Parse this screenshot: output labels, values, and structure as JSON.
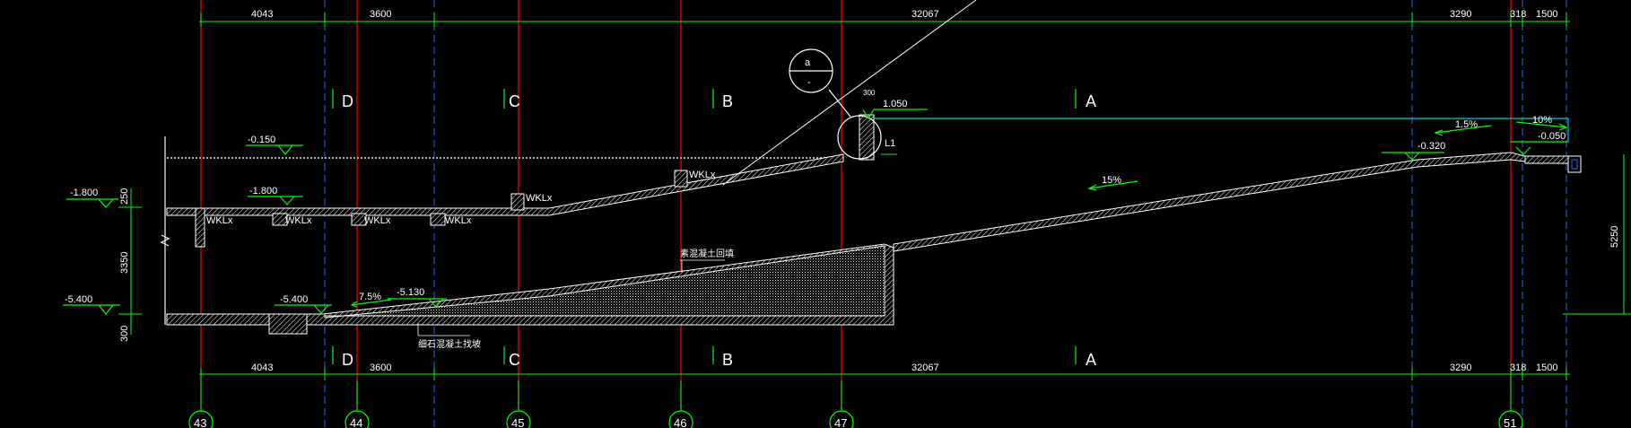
{
  "dimensions": {
    "top": [
      "4043",
      "3600",
      "32067",
      "3290",
      "318",
      "1500"
    ],
    "bottom": [
      "4043",
      "3600",
      "32067",
      "3290",
      "318",
      "1500"
    ],
    "detail_300": "300",
    "left_250": "250",
    "left_3350": "3350",
    "left_300": "300",
    "right_5250": "5250"
  },
  "section_labels_top": [
    "D",
    "C",
    "B",
    "A"
  ],
  "section_labels_bottom": [
    "D",
    "C",
    "B",
    "A"
  ],
  "grid_labels": [
    "43",
    "44",
    "45",
    "46",
    "47",
    "51"
  ],
  "elevations": {
    "neg_0150": "-0.150",
    "neg_1800_left": "-1.800",
    "neg_1800": "-1.800",
    "neg_5400_left": "-5.400",
    "neg_5400": "-5.400",
    "neg_5130": "-5.130",
    "pos_1050": "1.050",
    "neg_0320": "-0.320",
    "neg_0050": "-0.050"
  },
  "slopes": {
    "s15": "15%",
    "s75": "7.5%",
    "s15_upper": "1.5%",
    "s10": "10%"
  },
  "beams": {
    "b1": "WKLx",
    "b2": "WKLx",
    "b3": "WKLx",
    "b4": "WKLx",
    "b5": "WKLx",
    "b6": "WKLx"
  },
  "notes": {
    "l1": "L1",
    "fill": "素混凝土回填",
    "bottom_note": "细石混凝土找坡",
    "detail_top": "a",
    "detail_bottom": "-"
  },
  "colors": {
    "green": "#00ff00",
    "red": "#ff0000",
    "cyan": "#00c8c8",
    "blue": "#2a64ff",
    "white": "#ffffff"
  }
}
